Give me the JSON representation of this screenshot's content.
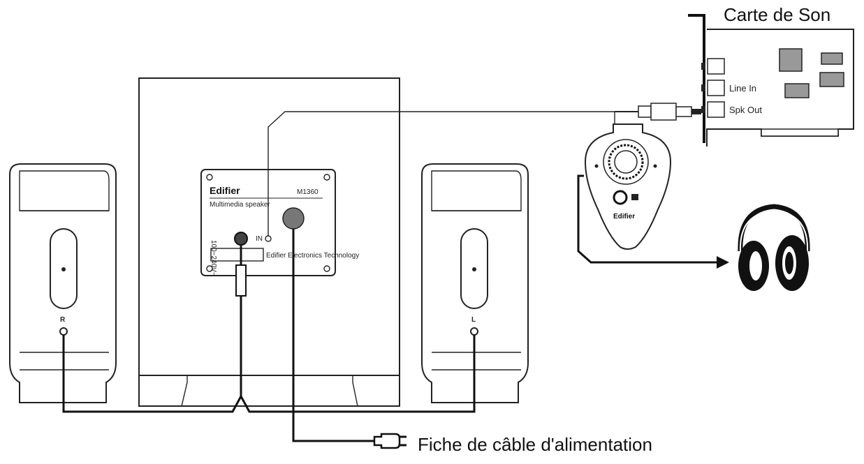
{
  "sound_card": {
    "title": "Carte de Son",
    "port_line_in": "Line In",
    "port_spk_out": "Spk Out"
  },
  "subwoofer_panel": {
    "brand": "Edifier",
    "model": "M1360",
    "subtitle": "Multimedia speaker",
    "voltage": "100~240V~",
    "input_mark": "IN",
    "footer": "Edifier Electronics Technology"
  },
  "speakers": {
    "right_label": "R",
    "left_label": "L"
  },
  "control_pod": {
    "brand": "Edifier"
  },
  "power_plug": {
    "label": "Fiche de câble d'alimentation"
  },
  "icons": [
    "sound-card-icon",
    "control-pod-icon",
    "headphones-icon",
    "power-plug-icon",
    "subwoofer-icon",
    "speaker-icon"
  ]
}
